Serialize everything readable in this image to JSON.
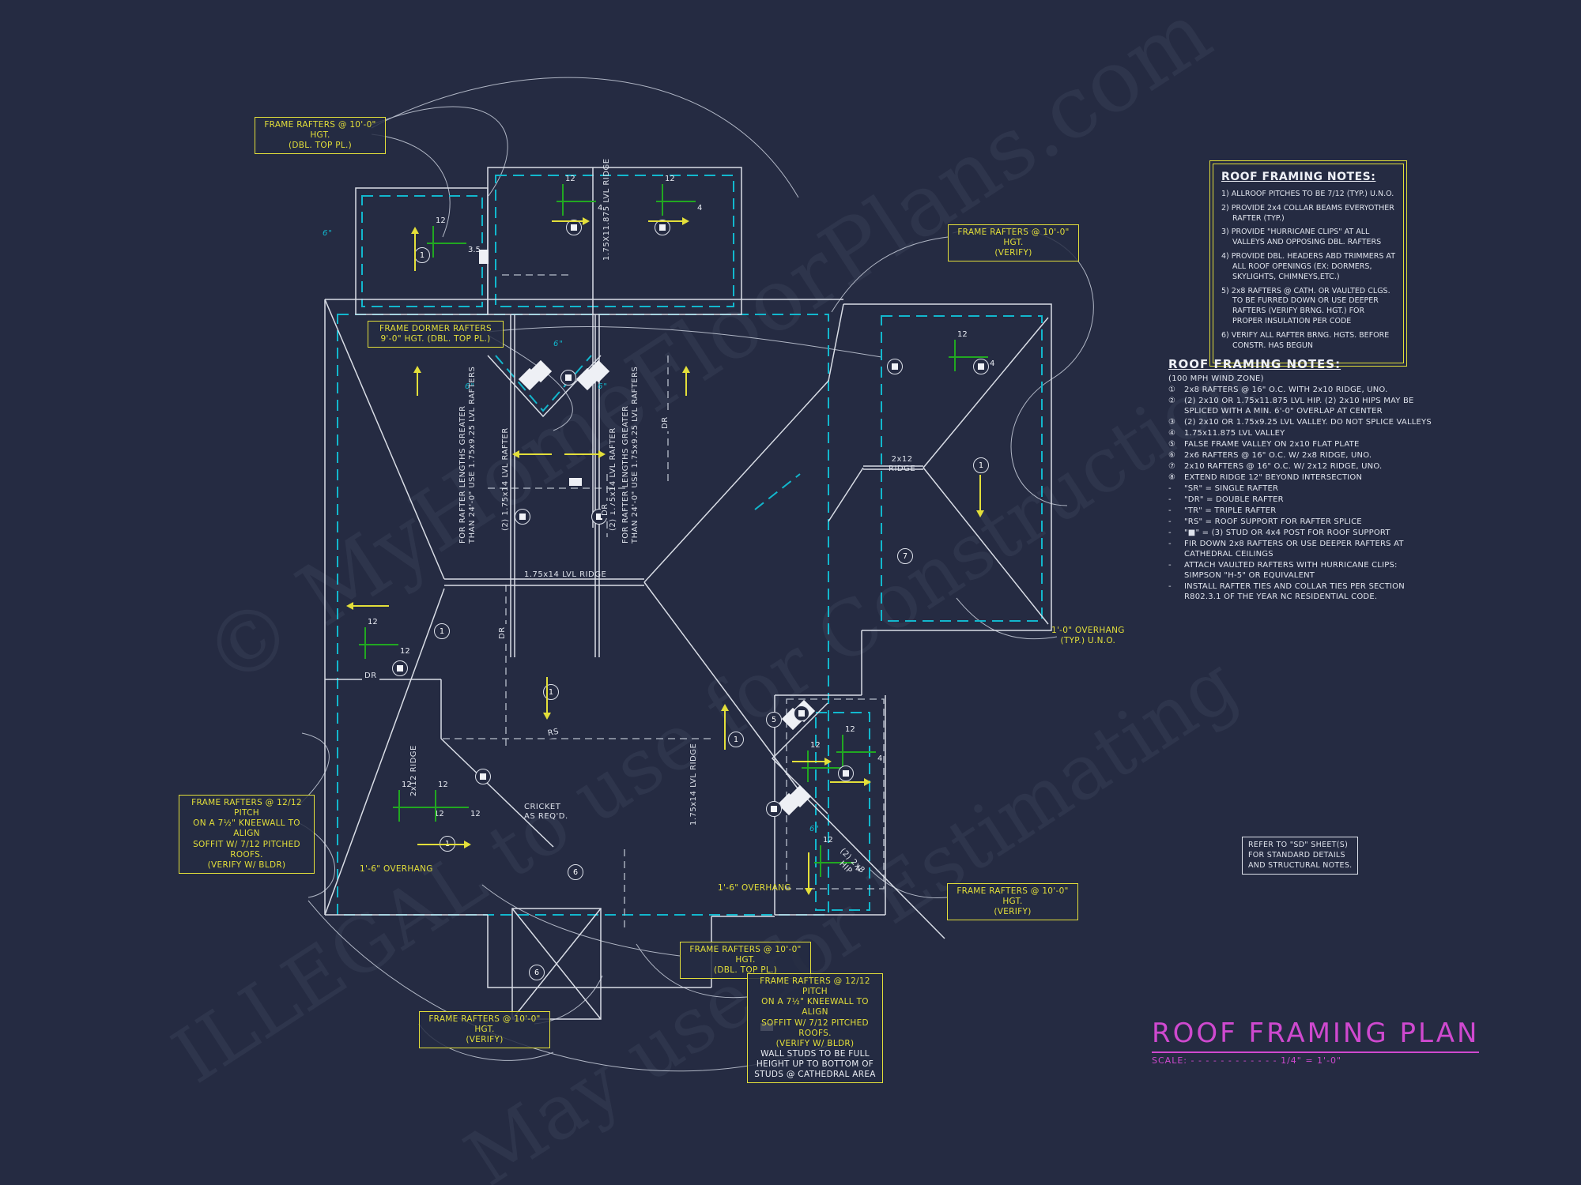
{
  "colors": {
    "background": "#252b42",
    "linework": "#d9dde6",
    "walls_below_cyan": "#12b7cd",
    "callout_yellow": "#e3df3a",
    "pitch_green": "#21a821",
    "title_magenta": "#cf49cf"
  },
  "watermarks": {
    "brand": "© MyHomeFloorPlans.com",
    "illegal": "ILLEGAL to use for Construction",
    "estimating": "May use for Estimating"
  },
  "notes_box": {
    "title": "ROOF FRAMING NOTES:",
    "items": [
      "1) ALLROOF PITCHES TO BE 7/12 (TYP.) U.N.O.",
      "2) PROVIDE 2x4 COLLAR BEAMS EVERYOTHER RAFTER (TYP.)",
      "3) PROVIDE \"HURRICANE CLIPS\" AT ALL VALLEYS AND OPPOSING DBL. RAFTERS",
      "4) PROVIDE DBL. HEADERS ABD TRIMMERS AT ALL ROOF OPENINGS (EX: DORMERS, SKYLIGHTS, CHIMNEYS,ETC.)",
      "5) 2x8 RAFTERS @ CATH. OR VAULTED CLGS. TO BE FURRED DOWN OR USE DEEPER RAFTERS (VERIFY BRNG. HGT.) FOR PROPER INSULATION PER CODE",
      "6) VERIFY ALL RAFTER BRNG. HGTS. BEFORE CONSTR. HAS BEGUN"
    ]
  },
  "notes_list": {
    "title": "ROOF FRAMING NOTES:",
    "wind_zone": "(100 MPH WIND ZONE)",
    "items": [
      {
        "m": "①",
        "t": "2x8 RAFTERS @ 16\" O.C. WITH 2x10 RIDGE, UNO."
      },
      {
        "m": "②",
        "t": "(2) 2x10 OR 1.75x11.875 LVL HIP. (2) 2x10 HIPS MAY BE SPLICED WITH A MIN. 6'-0\" OVERLAP AT CENTER"
      },
      {
        "m": "③",
        "t": "(2) 2x10 OR 1.75x9.25 LVL VALLEY. DO NOT SPLICE VALLEYS"
      },
      {
        "m": "④",
        "t": "1.75x11.875 LVL VALLEY"
      },
      {
        "m": "⑤",
        "t": "FALSE FRAME VALLEY ON 2x10 FLAT PLATE"
      },
      {
        "m": "⑥",
        "t": "2x6 RAFTERS @ 16\" O.C. W/ 2x8 RIDGE, UNO."
      },
      {
        "m": "⑦",
        "t": "2x10 RAFTERS @ 16\" O.C. W/ 2x12 RIDGE, UNO."
      },
      {
        "m": "⑧",
        "t": "EXTEND RIDGE 12\" BEYOND INTERSECTION"
      },
      {
        "m": "-",
        "t": "\"SR\" = SINGLE RAFTER"
      },
      {
        "m": "-",
        "t": "\"DR\" = DOUBLE RAFTER"
      },
      {
        "m": "-",
        "t": "\"TR\" = TRIPLE RAFTER"
      },
      {
        "m": "-",
        "t": "\"RS\" = ROOF SUPPORT FOR RAFTER SPLICE"
      },
      {
        "m": "-",
        "t": "\"■\" = (3) STUD OR 4x4 POST FOR ROOF SUPPORT"
      },
      {
        "m": "-",
        "t": "FIR DOWN 2x8 RAFTERS OR USE DEEPER RAFTERS AT CATHEDRAL CEILINGS"
      },
      {
        "m": "-",
        "t": "ATTACH VAULTED RAFTERS WITH HURRICANE CLIPS: SIMPSON \"H-5\" OR EQUIVALENT"
      },
      {
        "m": "-",
        "t": "INSTALL RAFTER TIES AND COLLAR TIES PER SECTION R802.3.1 OF THE YEAR NC RESIDENTIAL CODE."
      }
    ]
  },
  "refer_box": {
    "line1": "REFER TO \"SD\" SHEET(S)",
    "line2": "FOR STANDARD DETAILS",
    "line3": "AND STRUCTURAL NOTES."
  },
  "title_block": {
    "title": "ROOF FRAMING PLAN",
    "scale_label": "SCALE:",
    "scale_dots": "- - - - - - - - - - - -",
    "scale_value": "1/4\" = 1'-0\""
  },
  "callouts": {
    "top_left": {
      "l1": "FRAME RAFTERS @ 10'-0\" HGT.",
      "l2": "(DBL. TOP PL.)"
    },
    "dormer": {
      "l1": "FRAME DORMER RAFTERS",
      "l2": "9'-0\" HGT. (DBL. TOP PL.)"
    },
    "right_top": {
      "l1": "FRAME RAFTERS @ 10'-0\" HGT.",
      "l2": "(VERIFY)"
    },
    "left_mid": {
      "l1": "FRAME RAFTERS @ 12/12 PITCH",
      "l2": "ON A 7½\" KNEEWALL TO ALIGN",
      "l3": "SOFFIT W/ 7/12 PITCHED ROOFS.",
      "l4": "(VERIFY W/ BLDR)"
    },
    "bottom_dbl": {
      "l1": "FRAME RAFTERS @ 10'-0\" HGT.",
      "l2": "(DBL. TOP PL.)"
    },
    "bottom_pitch": {
      "l1": "FRAME RAFTERS @ 12/12 PITCH",
      "l2": "ON A 7½\" KNEEWALL TO ALIGN",
      "l3": "SOFFIT W/ 7/12 PITCHED ROOFS.",
      "l4": "(VERIFY W/ BLDR)",
      "w1": "WALL STUDS TO BE FULL",
      "w2": "HEIGHT UP TO BOTTOM OF",
      "w3": "STUDS @ CATHEDRAL AREA"
    },
    "bottom_left": {
      "l1": "FRAME RAFTERS @ 10'-0\" HGT.",
      "l2": "(VERIFY)"
    },
    "right_bottom": {
      "l1": "FRAME RAFTERS @ 10'-0\" HGT.",
      "l2": "(VERIFY)"
    }
  },
  "overhangs": {
    "right": {
      "l1": "1'-0\" OVERHANG",
      "l2": "(TYP.) U.N.O."
    },
    "left": "1'-6\" OVERHANG",
    "center": "1'-6\" OVERHANG",
    "tick": "6\""
  },
  "plan_labels": {
    "ridge_top": "1.75X11.875 LVL RIDGE",
    "ridge_main": "1.75x14 LVL RIDGE",
    "ridge_right_1": "2x12",
    "ridge_right_2": "RIDGE",
    "ridge_bl": "2x12 RIDGE",
    "ridge_bc": "1.75x14 LVL RIDGE",
    "rafter_note_1": "FOR RAFTER LENGTHS GREATER",
    "rafter_note_2": "THAN 24'-0\" USE 1.75x9.25 LVL RAFTERS",
    "lvl_rafter": "(2) 1.75x14 LVL RAFTER",
    "dr": "DR",
    "rs": "RS",
    "cricket_1": "CRICKET",
    "cricket_2": "AS REQ'D.",
    "hip_1": "(2) 2x8",
    "hip_2": "HIP"
  },
  "pitches": [
    {
      "rise": "12",
      "run": "4"
    },
    {
      "rise": "12",
      "run": "4"
    },
    {
      "rise": "12",
      "run": "3.5"
    },
    {
      "rise": "12",
      "run": "12"
    },
    {
      "rise": "12",
      "run": "12"
    },
    {
      "rise": "12",
      "run": "12"
    },
    {
      "rise": "12",
      "run": "12"
    },
    {
      "rise": "12",
      "run": "4"
    },
    {
      "rise": "12",
      "run": "4"
    },
    {
      "rise": "12",
      "run": "4"
    }
  ],
  "note_refs": [
    {
      "n": "1"
    },
    {
      "n": "1"
    },
    {
      "n": "1"
    },
    {
      "n": "1"
    },
    {
      "n": "5"
    },
    {
      "n": "6"
    },
    {
      "n": "6"
    },
    {
      "n": "1"
    },
    {
      "n": "7"
    },
    {
      "n": "1"
    }
  ]
}
